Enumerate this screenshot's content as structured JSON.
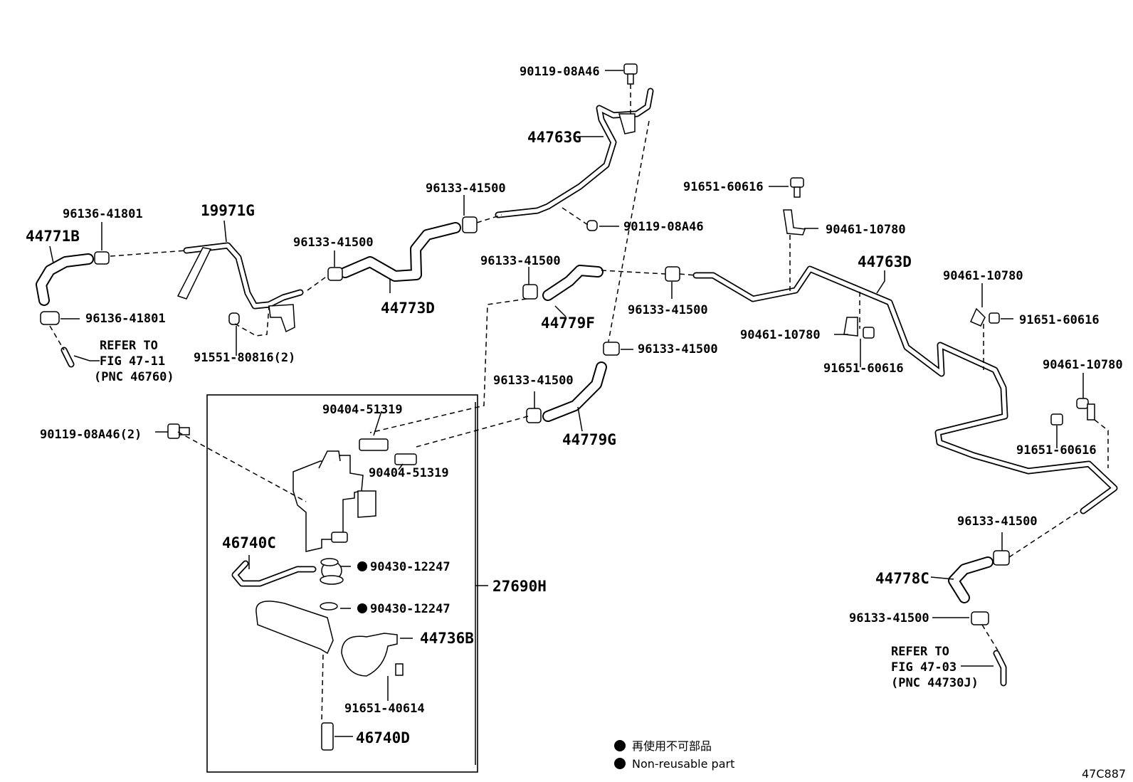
{
  "labels": {
    "p90119_08A46_top": "90119-08A46",
    "p44763G": "44763G",
    "p96133_41500_a": "96133-41500",
    "p90119_08A46_mid": "90119-08A46",
    "p91651_60616_a": "91651-60616",
    "p90461_10780_a": "90461-10780",
    "p96136_41801_a": "96136-41801",
    "p19971G": "19971G",
    "p44771B": "44771B",
    "p96133_41500_b": "96133-41500",
    "p44773D": "44773D",
    "p96133_41500_c": "96133-41500",
    "p44763D": "44763D",
    "p90461_10780_b": "90461-10780",
    "p96136_41801_b": "96136-41801",
    "p44779F": "44779F",
    "p96133_41500_d": "96133-41500",
    "p91651_60616_b": "91651-60616",
    "p90461_10780_c": "90461-10780",
    "p91551_80816": "91551-80816(2)",
    "p96133_41500_e": "96133-41500",
    "p91651_60616_c": "91651-60616",
    "p90461_10780_d": "90461-10780",
    "p96133_41500_f": "96133-41500",
    "p90404_51319_a": "90404-51319",
    "p44779G": "44779G",
    "p90119_08A46_2": "90119-08A46(2)",
    "p91651_60616_d": "91651-60616",
    "p90404_51319_b": "90404-51319",
    "p46740C": "46740C",
    "p96133_41500_g": "96133-41500",
    "p90430_12247_a": "90430-12247",
    "p44778C": "44778C",
    "p27690H": "27690H",
    "p90430_12247_b": "90430-12247",
    "p96133_41500_h": "96133-41500",
    "p44736B": "44736B",
    "p91651_40614": "91651-40614",
    "p46740D": "46740D"
  },
  "notes": {
    "refer_left_1": "REFER TO",
    "refer_left_2": "FIG 47-11",
    "refer_left_3": "(PNC 46760)",
    "refer_right_1": "REFER TO",
    "refer_right_2": "FIG 47-03",
    "refer_right_3": "(PNC 44730J)"
  },
  "legend": {
    "jp": "再使用不可部品",
    "en": "Non-reusable part"
  },
  "figure_code": "47C887"
}
